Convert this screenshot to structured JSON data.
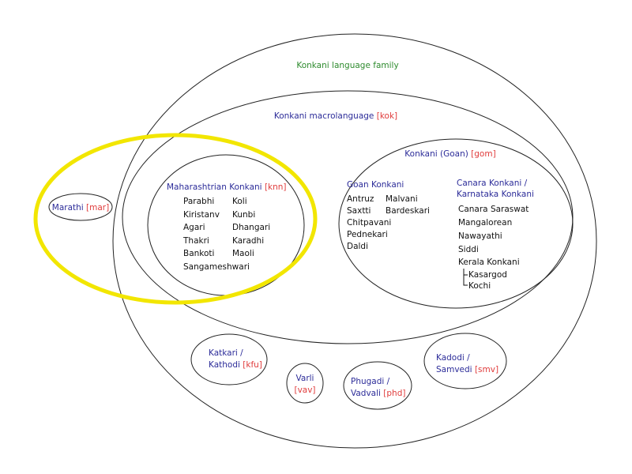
{
  "colors": {
    "family": "#2e8b2e",
    "name": "#2c2c99",
    "code": "#e03c3c",
    "highlight": "#f2e600"
  },
  "family": {
    "title": "Konkani language family"
  },
  "macro": {
    "name": "Konkani macrolanguage",
    "code": "[kok]"
  },
  "goan": {
    "name": "Konkani (Goan)",
    "code": "[gom]",
    "goan_konkani": {
      "title": "Goan  Konkani",
      "col1": [
        "Antruz",
        "Saxtti",
        "Chitpavani",
        "Pednekari",
        "Daldi"
      ],
      "col2": [
        "Malvani",
        "Bardeskari"
      ]
    },
    "canara": {
      "title1": "Canara Konkani /",
      "title2": "Karnataka Konkani",
      "items": [
        "Canara Saraswat",
        "Mangalorean",
        "Nawayathi",
        "Siddi",
        "Kerala Konkani"
      ],
      "sub": [
        "Kasargod",
        "Kochi"
      ]
    }
  },
  "maharashtrian": {
    "name": "Maharashtrian  Konkani",
    "code": "[knn]",
    "col1": [
      "Parabhi",
      "Kiristanv",
      "Agari",
      "Thakri",
      "Bankoti",
      "Sangameshwari"
    ],
    "col2": [
      "Koli",
      "Kunbi",
      "Dhangari",
      "Karadhi",
      "Maoli"
    ]
  },
  "marathi": {
    "name": "Marathi",
    "code": "[mar]"
  },
  "katkari": {
    "name1": "Katkari /",
    "name2": "Kathodi",
    "code": "[kfu]"
  },
  "varli": {
    "name": "Varli",
    "code": "[vav]"
  },
  "phugadi": {
    "name1": "Phugadi /",
    "name2": "Vadvali",
    "code": "[phd]"
  },
  "kadodi": {
    "name1": "Kadodi /",
    "name2": "Samvedi",
    "code": "[smv]"
  }
}
